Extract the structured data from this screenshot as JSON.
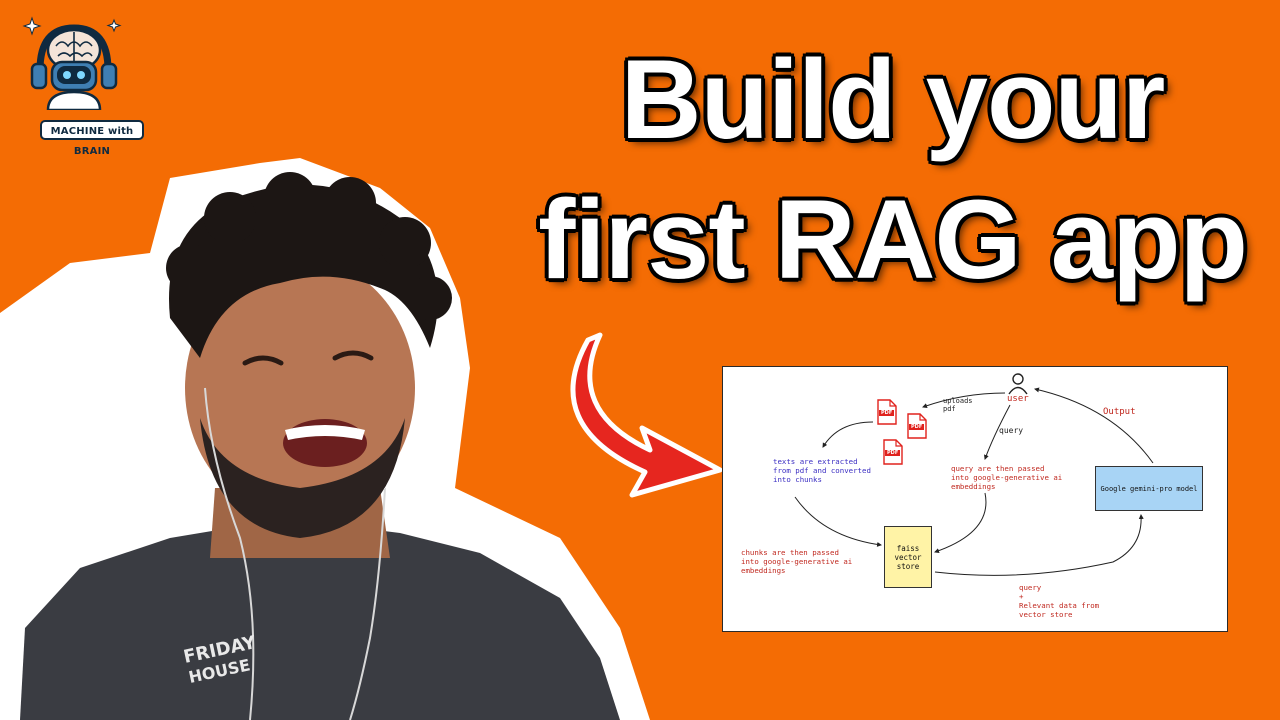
{
  "logo": {
    "text": "MACHINE with BRAIN",
    "icon": "robot-brain-icon"
  },
  "headline": {
    "line1": "Build your",
    "line2": "first RAG app"
  },
  "diagram": {
    "user_label": "user",
    "uploads_pdf": "uploads\npdf",
    "pdf_icon_label": "PDF",
    "texts_extracted": "texts are extracted\nfrom pdf and converted\ninto chunks",
    "query_label": "query",
    "query_passed": "query are then passed\ninto google-generative ai\nembeddings",
    "output_label": "Output",
    "gemini_box": "Google gemini-pro model",
    "faiss_box": "faiss\nvector\nstore",
    "chunks_passed": "chunks are then passed\ninto google-generative ai\nembeddings",
    "query_relevant": "query\n+\nRelevant data from\nvector store"
  },
  "colors": {
    "background": "#F46C04",
    "arrow": "#E6261F",
    "handwriting_purple": "#3A2DC2",
    "handwriting_red": "#C0281F",
    "gemini_box": "#A8D4F5",
    "faiss_box": "#FFF3A6"
  }
}
